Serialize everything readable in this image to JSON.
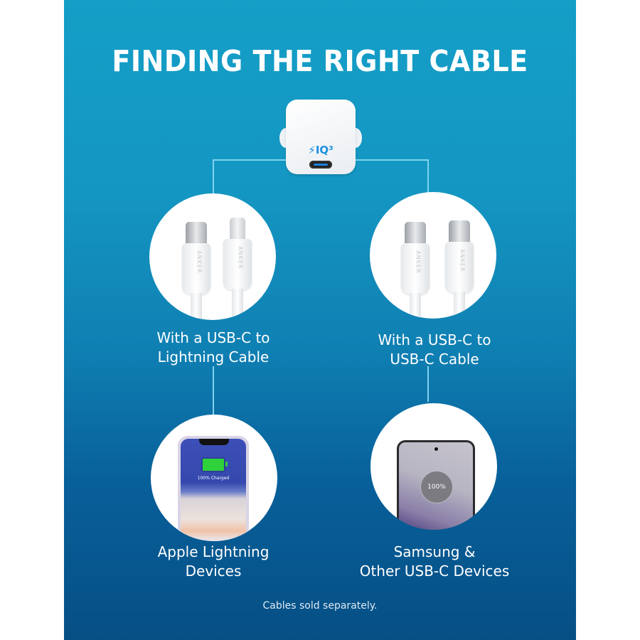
{
  "title": "FINDING THE RIGHT CABLE",
  "charger": {
    "badge": "⚡IQ³",
    "icon": "usb-c-charger"
  },
  "branches": [
    {
      "cable_label_line1": "With a USB-C to",
      "cable_label_line2": "Lightning Cable",
      "cable_brand": "ANKER",
      "connectors": [
        "usb-c",
        "lightning"
      ],
      "device_label_line1": "Apple Lightning",
      "device_label_line2": "Devices",
      "device_screen_text": "100% Charged"
    },
    {
      "cable_label_line1": "With a USB-C to",
      "cable_label_line2": "USB-C Cable",
      "cable_brand": "ANKER",
      "connectors": [
        "usb-c",
        "usb-c"
      ],
      "device_label_line1": "Samsung &",
      "device_label_line2": "Other USB-C Devices",
      "device_screen_text": "100%"
    }
  ],
  "footnote": "Cables sold separately.",
  "colors": {
    "panel_top": "#149fc7",
    "panel_bottom": "#064f85",
    "connector_line": "#7fd3ee",
    "iq_blue": "#1a8fe0"
  }
}
